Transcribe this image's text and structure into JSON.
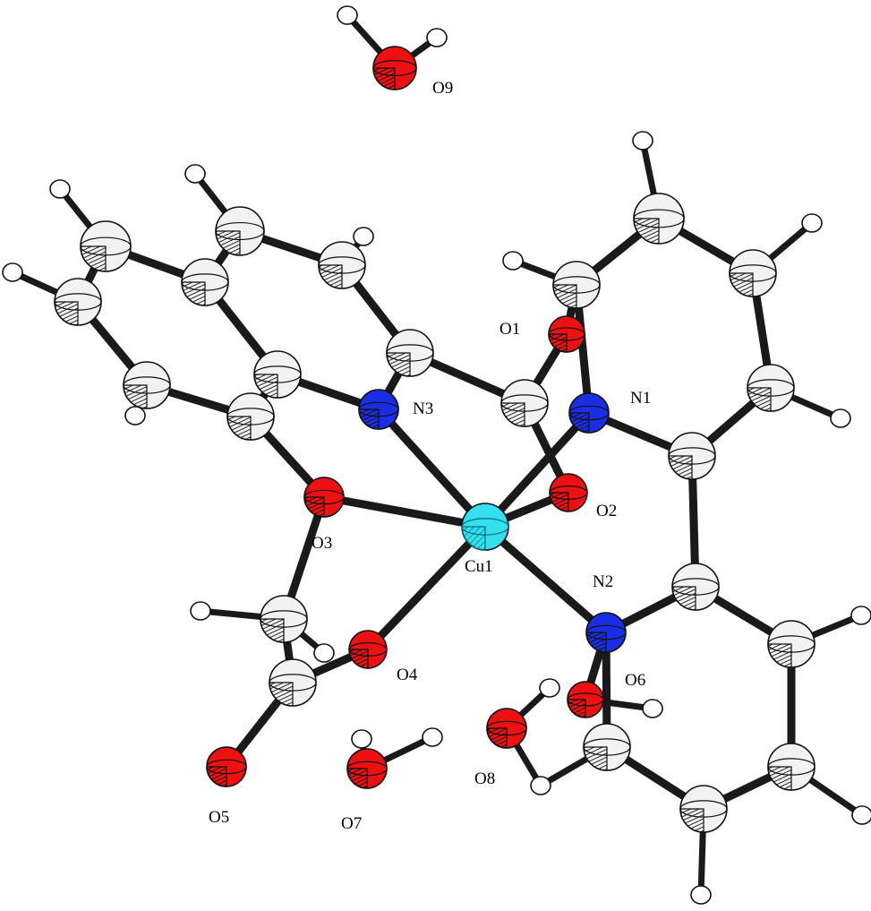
{
  "colors": {
    "C": "#f2f2f2",
    "H": "#ffffff",
    "O": "#ee1111",
    "N": "#1a2ee6",
    "Cu": "#33e0f0",
    "bond": "#1a1a1a"
  },
  "labels": {
    "O9": "O9",
    "O1": "O1",
    "N3": "N3",
    "N1": "N1",
    "O2": "O2",
    "O3": "O3",
    "Cu1": "Cu1",
    "N2": "N2",
    "O4": "O4",
    "O6": "O6",
    "O5": "O5",
    "O7": "O7",
    "O8": "O8"
  }
}
